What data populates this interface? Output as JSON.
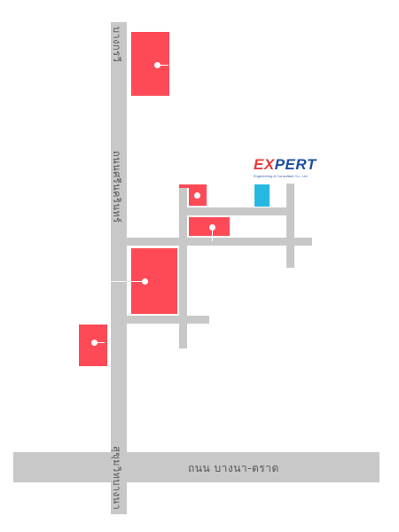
{
  "roads": {
    "main_vertical_top_label": "บางกรวี",
    "main_vertical_mid_label": "ถนนศรีนครินทร์",
    "main_vertical_bottom_label": "สุขุมวิทบางนา",
    "main_horizontal_label": "ถนน บางนา-ตราด"
  },
  "logo": {
    "word_ex": "EX",
    "word_pert": "PERT",
    "tagline": "Engineering & Consultant Co., Ltd.",
    "color_ex": "#e83a3a",
    "color_pert": "#1e4fa0"
  },
  "colors": {
    "road": "#c8c8c8",
    "landmark": "#fe4a56",
    "destination": "#26b8e0"
  }
}
